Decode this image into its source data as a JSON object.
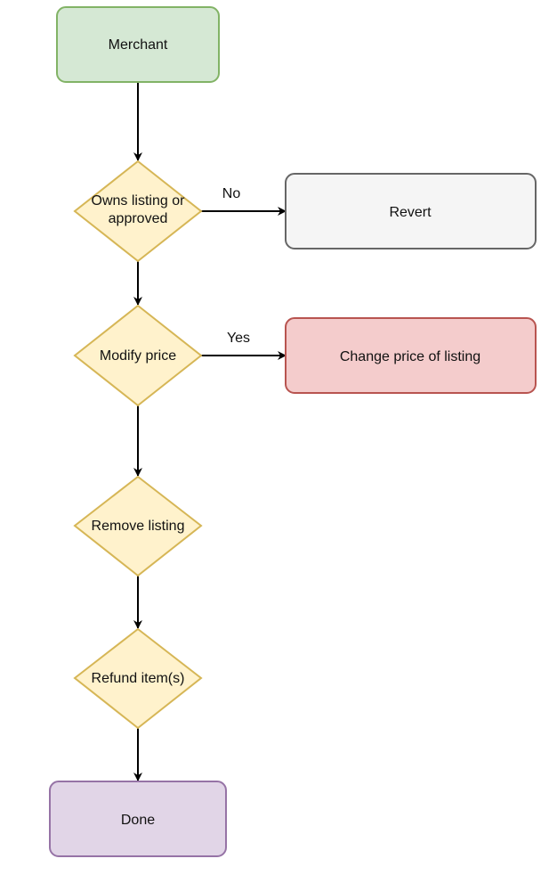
{
  "diagram": {
    "colors": {
      "terminal_start_fill": "#d5e8d4",
      "terminal_start_stroke": "#82b366",
      "decision_fill": "#fff2cc",
      "decision_stroke": "#d6b656",
      "neutral_fill": "#f5f5f5",
      "neutral_stroke": "#666666",
      "action_fill": "#f4cccc",
      "action_stroke": "#b85450",
      "terminal_end_fill": "#e1d5e7",
      "terminal_end_stroke": "#9673a6",
      "edge": "#000000"
    },
    "nodes": {
      "merchant": {
        "label": "Merchant"
      },
      "owns_listing": {
        "label_line1": "Owns listing or",
        "label_line2": "approved"
      },
      "revert": {
        "label": "Revert"
      },
      "modify_price": {
        "label": "Modify price"
      },
      "change_price": {
        "label": "Change price of listing"
      },
      "remove_listing": {
        "label": "Remove listing"
      },
      "refund_items": {
        "label": "Refund item(s)"
      },
      "done": {
        "label": "Done"
      }
    },
    "edges": {
      "owns_to_revert": {
        "label": "No"
      },
      "modify_to_change": {
        "label": "Yes"
      }
    }
  }
}
